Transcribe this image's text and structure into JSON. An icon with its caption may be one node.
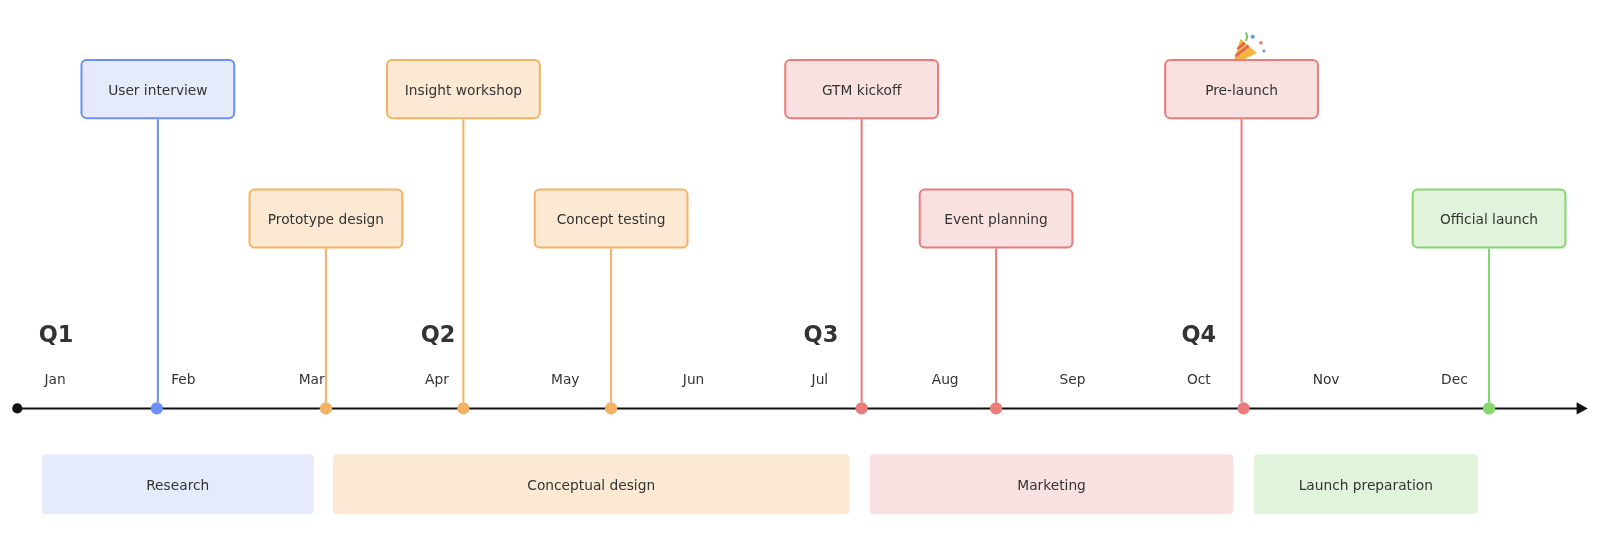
{
  "diagram": {
    "nodes": [
      {
        "text": [
          "User interview"
        ]
      },
      {
        "text": [
          "Prototype design"
        ]
      },
      {
        "text": [
          "Insight workshop"
        ]
      },
      {
        "text": [
          "Concept testing"
        ]
      },
      {
        "text": [
          "GTM kickoff"
        ]
      },
      {
        "text": [
          "Event planning"
        ]
      },
      {
        "text": [
          "Pre-launch"
        ]
      },
      {
        "text": [
          "Official launch"
        ]
      },
      {
        "text": [],
        "shape": "circle"
      },
      {
        "text": [],
        "shape": "circle"
      },
      {
        "text": [],
        "shape": "circle"
      },
      {
        "text": [],
        "shape": "circle"
      },
      {
        "text": [],
        "shape": "circle"
      },
      {
        "text": [],
        "shape": "circle"
      },
      {
        "text": [],
        "shape": "circle"
      },
      {
        "text": [],
        "shape": "circle"
      },
      {
        "text": [
          "Research"
        ]
      },
      {
        "text": [
          "Conceptual design"
        ]
      },
      {
        "text": [
          "Marketing"
        ]
      },
      {
        "text": [
          "Launch preparation"
        ]
      }
    ],
    "edges": [
      {
        "from": 0,
        "to": 8,
        "arrow": "none",
        "color": "#6b8ff7"
      },
      {
        "from": 1,
        "to": 9,
        "arrow": "none",
        "color": "#f5b264"
      },
      {
        "from": 2,
        "to": 10,
        "arrow": "none",
        "color": "#f5b264"
      },
      {
        "from": 3,
        "to": 11,
        "arrow": "none",
        "color": "#f5b264"
      },
      {
        "from": 4,
        "to": 12,
        "arrow": "none",
        "color": "#ec7c7c"
      },
      {
        "from": 5,
        "to": 13,
        "arrow": "none",
        "color": "#ec7c7c"
      },
      {
        "from": 6,
        "to": 14,
        "arrow": "none",
        "color": "#ec7c7c"
      },
      {
        "from": 7,
        "to": 15,
        "arrow": "none",
        "color": "#86d66e"
      }
    ],
    "labels": [
      "Q1",
      "Q2",
      "Q3",
      "Q4",
      "Jan",
      "Feb",
      "Mar",
      "Apr",
      "May",
      "Jun",
      "Jul",
      "Aug",
      "Sep",
      "Oct",
      "Nov",
      "Dec"
    ]
  }
}
